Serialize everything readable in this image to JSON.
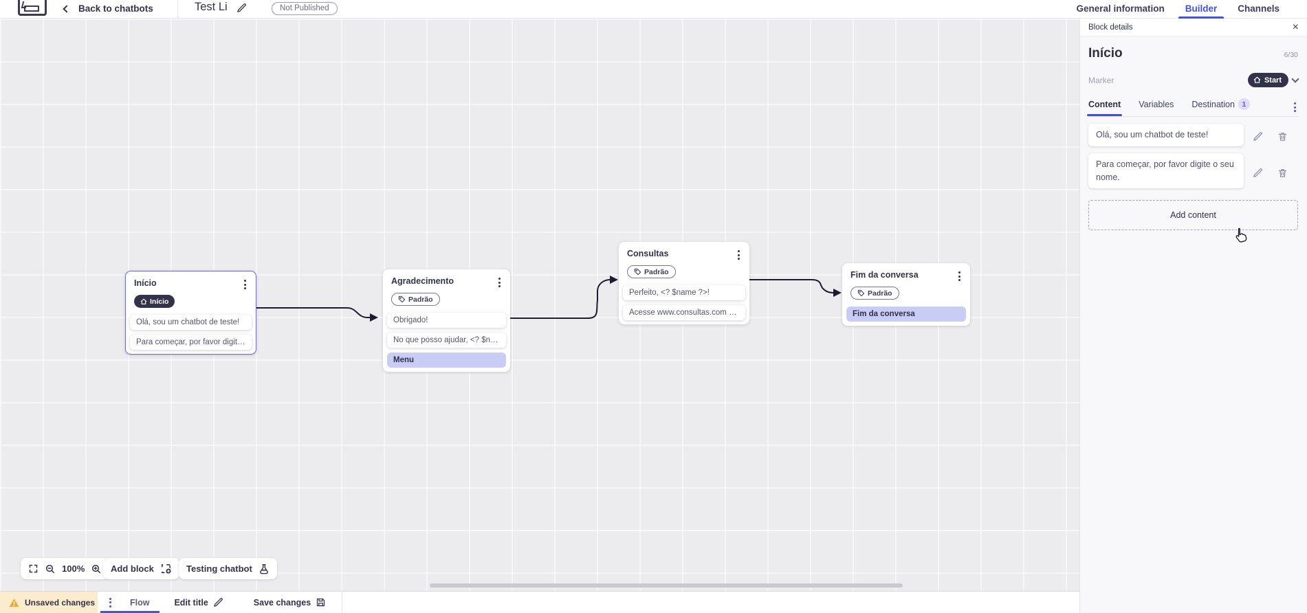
{
  "topbar": {
    "back_label": "Back to chatbots",
    "title": "Test Li",
    "status_badge": "Not Published",
    "tabs": [
      {
        "label": "General information",
        "active": false
      },
      {
        "label": "Builder",
        "active": true
      },
      {
        "label": "Channels",
        "active": false
      }
    ]
  },
  "canvas": {
    "blocks": [
      {
        "title": "Início",
        "marker": "Início",
        "cards": [
          {
            "text": "Olá, sou um chatbot de teste!"
          },
          {
            "text": "Para começar, por favor digite o ..."
          }
        ]
      },
      {
        "title": "Agradecimento",
        "marker": "Padrão",
        "cards": [
          {
            "text": "Obrigado!"
          },
          {
            "text": "No que posso ajudar, <? $name ..."
          },
          {
            "text": "Menu"
          }
        ]
      },
      {
        "title": "Consultas",
        "marker": "Padrão",
        "cards": [
          {
            "text": "Perfeito, <? $name ?>!"
          },
          {
            "text": "Acesse www.consultas.com par..."
          }
        ]
      },
      {
        "title": "Fim da conversa",
        "marker": "Padrão",
        "cards": [
          {
            "text": "Fim da conversa"
          }
        ]
      }
    ],
    "controls": {
      "zoom_level": "100%",
      "add_block": "Add block",
      "testing": "Testing chatbot"
    }
  },
  "panel": {
    "header": "Block details",
    "block_name": "Início",
    "char_count": "6/30",
    "marker_label": "Marker",
    "marker_value": "Start",
    "tabs": [
      {
        "label": "Content",
        "active": true
      },
      {
        "label": "Variables",
        "active": false
      },
      {
        "label": "Destination",
        "active": false,
        "badge": "1"
      }
    ],
    "contents": [
      {
        "text": "Olá, sou um chatbot de teste!"
      },
      {
        "text": "Para começar, por favor digite o seu nome."
      }
    ],
    "add_content": "Add content"
  },
  "bottombar": {
    "unsaved": "Unsaved changes",
    "flow_tab": "Flow",
    "edit_title": "Edit title",
    "save": "Save changes"
  },
  "icons": {
    "close": "×"
  },
  "colors": {
    "accent": "#4053d9",
    "marker_dark": "#32324a",
    "highlight_card": "#c9cdf6",
    "warning_bg": "#fbeccd",
    "warning_icon": "#f0a92e"
  }
}
